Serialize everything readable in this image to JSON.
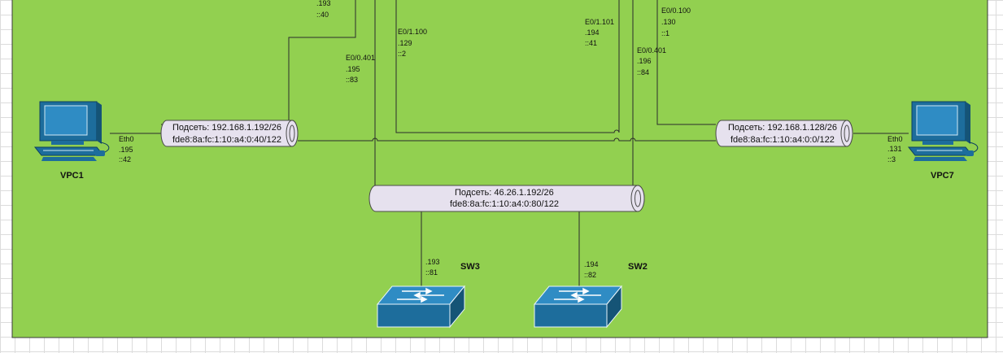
{
  "colors": {
    "area_fill": "#92d050",
    "area_border": "#3a3a3a",
    "pipe_fill": "#e6e1ee",
    "pipe_stroke": "#4a4a4a",
    "device_blue": "#1d6d9c",
    "link": "#2b2b2b"
  },
  "subnets": {
    "left": {
      "line1": "Подсеть: 192.168.1.192/26",
      "line2": "fde8:8a:fc:1:10:a4:0:40/122"
    },
    "right": {
      "line1": "Подсеть: 192.168.1.128/26",
      "line2": "fde8:8a:fc:1:10:a4:0:0/122"
    },
    "core": {
      "line1": "Подсеть: 46.26.1.192/26",
      "line2": "fde8:8a:fc:1:10:a4:0:80/122"
    }
  },
  "devices": {
    "vpc1": {
      "name": "VPC1",
      "icon": "pc-icon"
    },
    "vpc7": {
      "name": "VPC7",
      "icon": "pc-icon"
    },
    "sw3": {
      "name": "SW3",
      "icon": "switch-icon"
    },
    "sw2": {
      "name": "SW2",
      "icon": "switch-icon"
    }
  },
  "labels": {
    "top_left": {
      "l1": ".193",
      "l2": "::40"
    },
    "e0_1_100": {
      "l1": "E0/1.100",
      "l2": ".129",
      "l3": "::2"
    },
    "e0_0_401_l": {
      "l1": "E0/0.401",
      "l2": ".195",
      "l3": "::83"
    },
    "e0_1_101": {
      "l1": "E0/1.101",
      "l2": ".194",
      "l3": "::41"
    },
    "e0_0_100": {
      "l1": "E0/0.100",
      "l2": ".130",
      "l3": "::1"
    },
    "e0_0_401_r": {
      "l1": "E0/0.401",
      "l2": ".196",
      "l3": "::84"
    },
    "vpc1_eth": {
      "l1": "Eth0",
      "l2": ".195",
      "l3": "::42"
    },
    "vpc7_eth": {
      "l1": "Eth0",
      "l2": ".131",
      "l3": "::3"
    },
    "sw3_addr": {
      "l1": ".193",
      "l2": "::81"
    },
    "sw2_addr": {
      "l1": ".194",
      "l2": "::82"
    }
  }
}
